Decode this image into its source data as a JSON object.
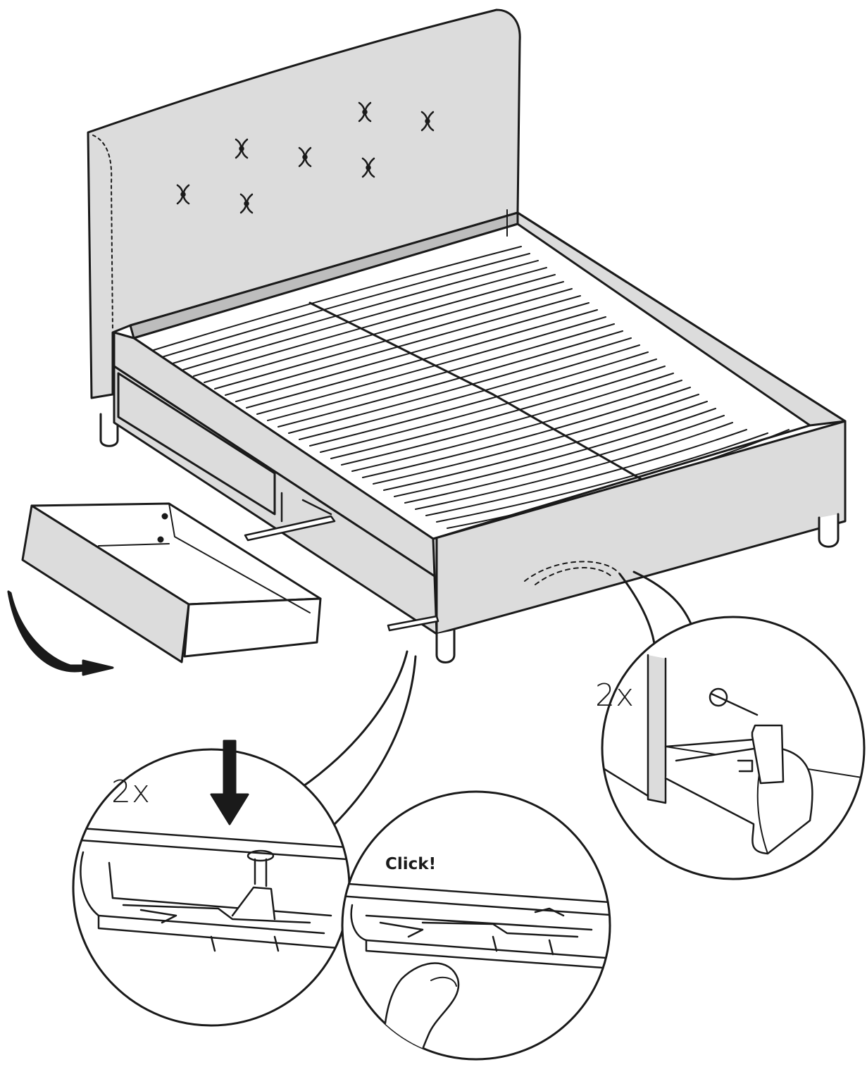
{
  "callouts": {
    "slide_detail_count": "2x",
    "front_detail_count": "2x",
    "click_text": "Click!"
  },
  "colors": {
    "upholstery_fill": "#dcdcdc",
    "shadow_fill": "#bdbdbd",
    "line": "#1a1a1a",
    "background": "#ffffff"
  },
  "icons": [
    "tuft-button-icon",
    "arrow-down-icon",
    "curved-arrow-icon",
    "finger-press-icon"
  ]
}
